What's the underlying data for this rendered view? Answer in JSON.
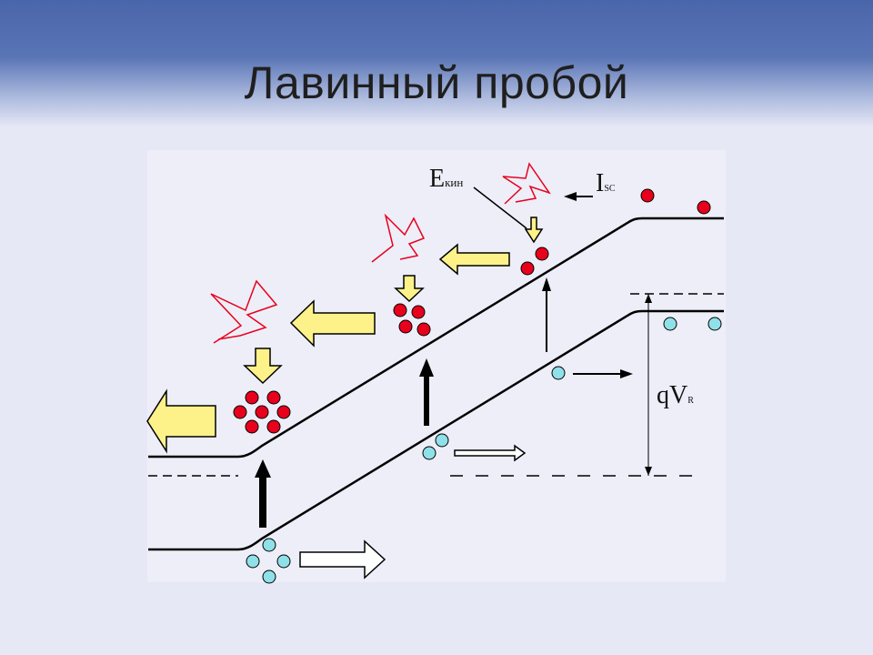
{
  "slide": {
    "title": "Лавинный пробой"
  },
  "diagram": {
    "labels": {
      "kinetic_energy_main": "E",
      "kinetic_energy_sub": "кин",
      "current_main": "I",
      "current_sub": "SC",
      "voltage_main": "qV",
      "voltage_sub": "R"
    },
    "colors": {
      "electron": "#e8001c",
      "hole": "#8fe0e8",
      "impact_arrow": "#fdf28a",
      "spark": "#e8001c",
      "band_line": "#000000"
    }
  }
}
